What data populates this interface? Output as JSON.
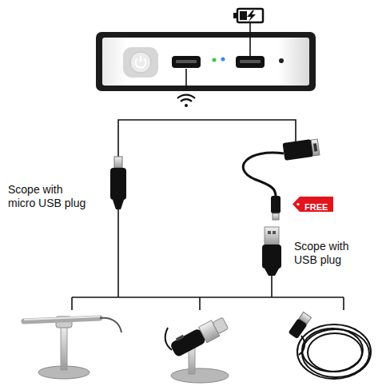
{
  "diagram": {
    "nodes": [
      {
        "text": [
          "FREE"
        ]
      }
    ],
    "labels": [
      "Scope with micro USB plug",
      "Scope with USB plug"
    ]
  }
}
